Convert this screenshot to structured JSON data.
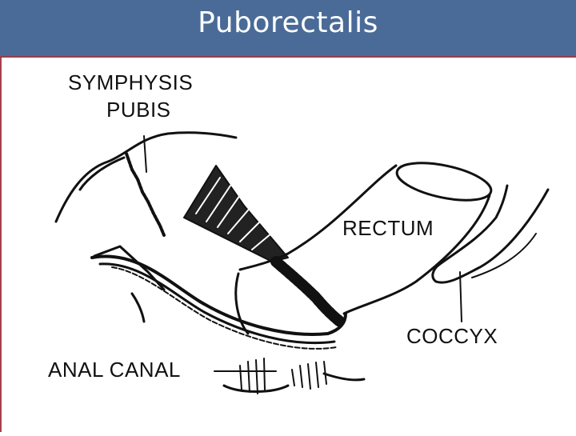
{
  "slide": {
    "title": "Puborectalis"
  },
  "diagram": {
    "labels": {
      "symphysis_line1": "SYMPHYSIS",
      "symphysis_line2": "PUBIS",
      "rectum": "RECTUM",
      "coccyx": "COCCYX",
      "anal_canal": "ANAL CANAL"
    }
  },
  "colors": {
    "title_bar": "#4a6b97",
    "title_text": "#ffffff",
    "accent_rule": "#a8414f",
    "ink": "#111111"
  }
}
